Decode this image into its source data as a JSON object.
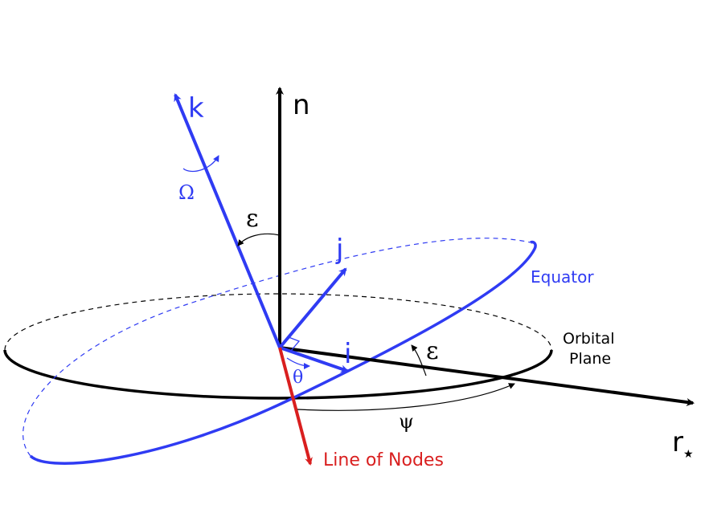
{
  "colors": {
    "black": "#000000",
    "blue": "#2f3bf3",
    "red": "#d91f1f"
  },
  "labels": {
    "n": "n",
    "k": "k",
    "j": "j",
    "i": "i",
    "r_main": "r",
    "r_sub": "★",
    "omega": "Ω",
    "epsilon_top": "ε",
    "epsilon_right": "ε",
    "theta": "θ",
    "psi": "ψ",
    "equator": "Equator",
    "orbital_line1": "Orbital",
    "orbital_line2": "Plane",
    "line_of_nodes": "Line of Nodes"
  }
}
